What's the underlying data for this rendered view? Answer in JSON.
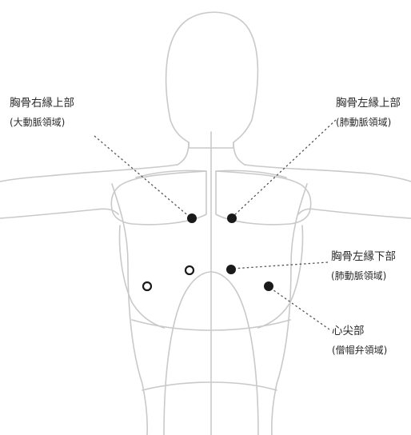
{
  "labels": {
    "right_upper_sternal": {
      "title": "胸骨右縁上部",
      "area": "(大動脈領域)"
    },
    "left_upper_sternal": {
      "title": "胸骨左縁上部",
      "area": "(肺動脈領域)"
    },
    "left_lower_sternal": {
      "title": "胸骨左縁下部",
      "area": "(肺動脈領域)"
    },
    "apex": {
      "title": "心尖部",
      "area": "(僧帽弁領域)"
    }
  },
  "colors": {
    "outline": "#c9c9c9",
    "point": "#1a1a1a",
    "leader": "#555555",
    "text": "#2b2b2b"
  }
}
